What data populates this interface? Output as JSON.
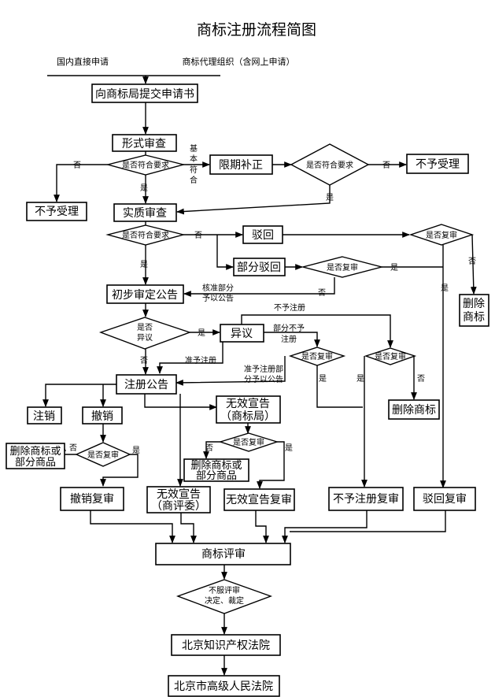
{
  "title": "商标注册流程简图",
  "header": {
    "left": "国内直接申请",
    "right": "商标代理组织（含网上申请）"
  },
  "nodes": {
    "submit": "向商标局提交申请书",
    "formal_exam": "形式审查",
    "formal_q": "是否符合要求",
    "correct": "限期补正",
    "correct_q": "是否符合要求",
    "reject_accept_right": "不予受理",
    "reject_accept_left": "不予受理",
    "substantive": "实质审查",
    "substantive_q": "是否符合要求",
    "rejected": "驳回",
    "partial_reject": "部分驳回",
    "partial_review_q": "是否复审",
    "reject_review_q": "是否复审",
    "delete_right": [
      "删除",
      "商标"
    ],
    "prelim": "初步审定公告",
    "objection_q": [
      "是否",
      "异议"
    ],
    "objection": "异议",
    "mid_review_q": "是否复审",
    "right_review_q": "是否复审",
    "delete_mark": "删除商标",
    "register_notice": "注册公告",
    "cancel": "注销",
    "revoke": "撤销",
    "revoke_review_q": "是否复审",
    "delete_partial_left": [
      "删除商标或",
      "部分商品"
    ],
    "invalid_tmo": [
      "无效宣告",
      "（商标局）"
    ],
    "invalid_review_q": "是否复审",
    "delete_partial_mid": [
      "删除商标或",
      "部分商品"
    ],
    "revoke_review": "撤销复审",
    "invalid_trab": [
      "无效宣告",
      "（商评委）"
    ],
    "invalid_review": "无效宣告复审",
    "nonreg_review": "不予注册复审",
    "reject_review": "驳回复审",
    "tm_review": "商标评审",
    "appeal_q": [
      "不服评审",
      "决定、裁定"
    ],
    "ip_court": "北京知识产权法院",
    "high_court": "北京市高级人民法院"
  },
  "labels": {
    "no": "否",
    "yes": "是",
    "basic": [
      "基",
      "本",
      "符",
      "合"
    ],
    "approve_partial": [
      "核准部分",
      "予以公告"
    ],
    "not_register": "不予注册",
    "partial_not_register": [
      "部分不予",
      "注册"
    ],
    "approve_register": "准予注册",
    "approve_partial_register": [
      "准予注册部",
      "分予以公告"
    ]
  }
}
